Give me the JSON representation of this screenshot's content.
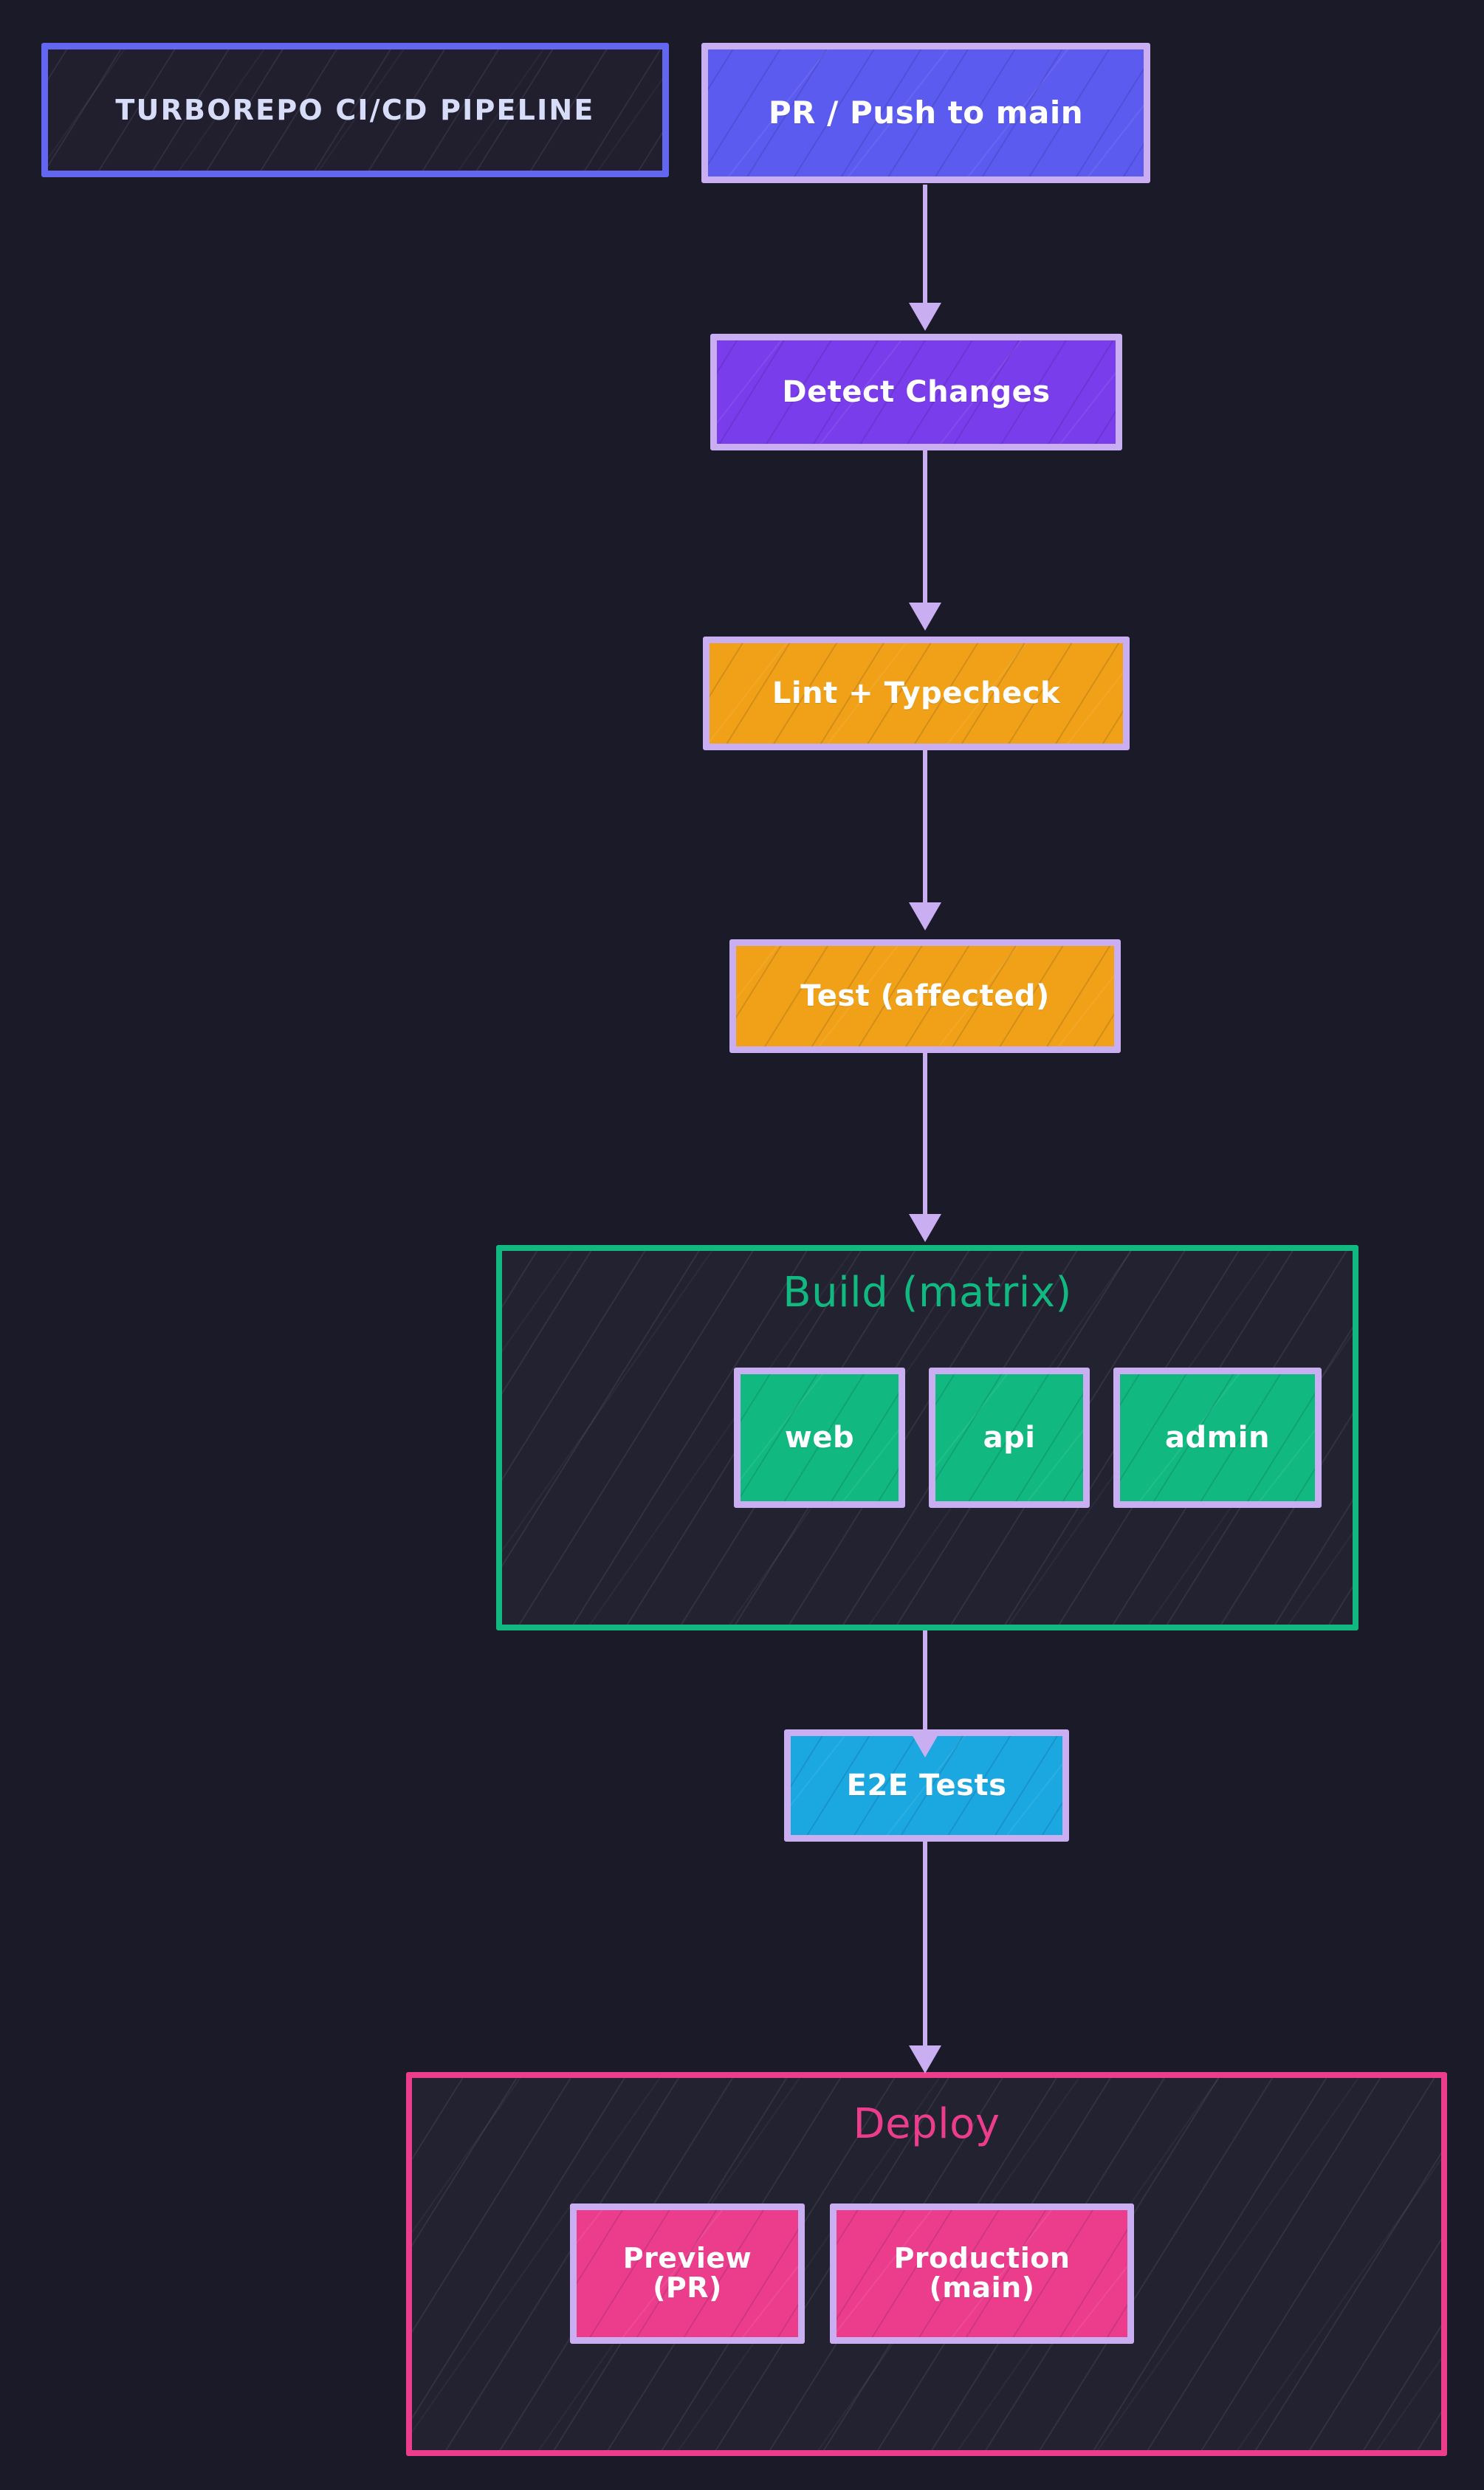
{
  "diagram": {
    "title": "TURBOREPO CI/CD PIPELINE",
    "background_color": "#1b1a28",
    "edge_color": "#c9aef2",
    "node_border_color": "#c9aef2",
    "title_border_color": "#6366f1",
    "title_text_color": "#d7ddf8"
  },
  "nodes": {
    "trigger": {
      "label": "PR / Push to main",
      "fill": "#5b5bf0"
    },
    "detect": {
      "label": "Detect Changes",
      "fill": "#7a3deb"
    },
    "lint": {
      "label": "Lint + Typecheck",
      "fill": "#f0a118"
    },
    "test": {
      "label": "Test (affected)",
      "fill": "#f0a118"
    },
    "e2e": {
      "label": "E2E Tests",
      "fill": "#1ba8e0"
    }
  },
  "subgraphs": {
    "build": {
      "title": "Build (matrix)",
      "border_color": "#11b981",
      "title_color": "#11b981",
      "nodes": [
        {
          "label": "web",
          "fill": "#11b981"
        },
        {
          "label": "api",
          "fill": "#11b981"
        },
        {
          "label": "admin",
          "fill": "#11b981"
        }
      ]
    },
    "deploy": {
      "title": "Deploy",
      "border_color": "#ec3d8d",
      "title_color": "#ec3d8d",
      "nodes": [
        {
          "label": "Preview (PR)",
          "fill": "#ec3d8d"
        },
        {
          "label": "Production (main)",
          "fill": "#ec3d8d"
        }
      ]
    }
  },
  "edges": [
    {
      "from": "PR / Push to main",
      "to": "Detect Changes"
    },
    {
      "from": "Detect Changes",
      "to": "Lint + Typecheck"
    },
    {
      "from": "Lint + Typecheck",
      "to": "Test (affected)"
    },
    {
      "from": "Test (affected)",
      "to": "Build (matrix)"
    },
    {
      "from": "Build (matrix)",
      "to": "E2E Tests"
    },
    {
      "from": "E2E Tests",
      "to": "Deploy"
    }
  ]
}
